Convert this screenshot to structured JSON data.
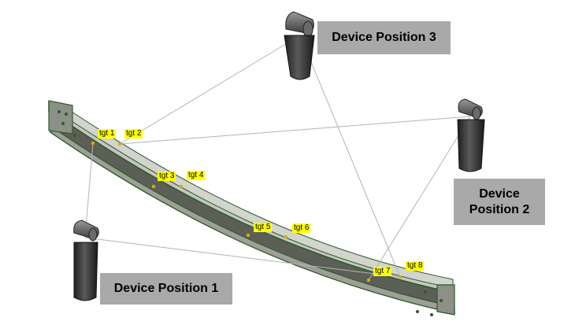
{
  "devices": [
    {
      "id": "dev1",
      "label": "Device Position 1"
    },
    {
      "id": "dev2",
      "label_line1": "Device",
      "label_line2": "Position 2"
    },
    {
      "id": "dev3",
      "label": "Device Position 3"
    }
  ],
  "targets": [
    "tgt 1",
    "tgt 2",
    "tgt 3",
    "tgt 4",
    "tgt 5",
    "tgt 6",
    "tgt 7",
    "tgt 8"
  ],
  "colors": {
    "beam_edge": "#2f5a2a",
    "beam_web": "#5c5f57",
    "beam_flange": "#c4c6c0",
    "sight_line": "#b4b4b4",
    "target_label_bg": "#ffff00",
    "device_label_bg": "#a9a9a9",
    "device_body": "#3a3a3a"
  },
  "icons": [
    "laser-tracker-icon"
  ]
}
